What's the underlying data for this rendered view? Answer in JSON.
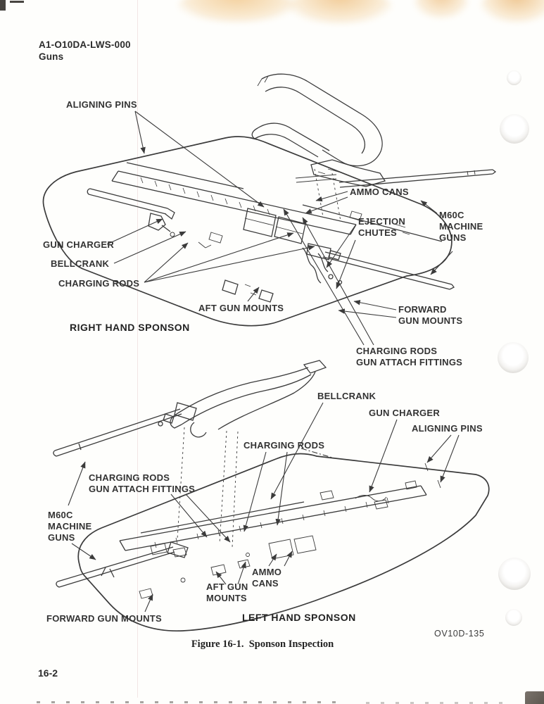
{
  "colors": {
    "ink": "#3b3b3b",
    "paper": "#fefefc",
    "stain": "#f2ce98"
  },
  "page": {
    "header": {
      "line1": "A1-O10DA-LWS-000",
      "line2": "Guns"
    },
    "figure_caption": "Figure 16-1.  Sponson Inspection",
    "page_number": "16-2",
    "plate_number": "OV10D-135"
  },
  "upper_diagram": {
    "title": "RIGHT HAND SPONSON",
    "labels": {
      "aligning_pins": "ALIGNING PINS",
      "gun_charger": "GUN CHARGER",
      "bellcrank": "BELLCRANK",
      "charging_rods": "CHARGING RODS",
      "ammo_cans": "AMMO CANS",
      "ejection_chutes": "EJECTION\nCHUTES",
      "m60c_machine_guns": "M60C\nMACHINE\nGUNS",
      "aft_gun_mounts": "AFT GUN MOUNTS",
      "forward_gun_mounts": "FORWARD\nGUN MOUNTS",
      "charging_rods_gun_attach_fittings": "CHARGING RODS\nGUN ATTACH FITTINGS"
    }
  },
  "lower_diagram": {
    "title": "LEFT HAND SPONSON",
    "labels": {
      "bellcrank": "BELLCRANK",
      "gun_charger": "GUN CHARGER",
      "aligning_pins": "ALIGNING PINS",
      "charging_rods": "CHARGING RODS",
      "charging_rods_gun_attach_fittings": "CHARGING RODS\nGUN ATTACH FITTINGS",
      "m60c_machine_guns": "M60C\nMACHINE\nGUNS",
      "ammo_cans": "AMMO\nCANS",
      "aft_gun_mounts": "AFT GUN\nMOUNTS",
      "forward_gun_mounts": "FORWARD GUN MOUNTS"
    }
  }
}
